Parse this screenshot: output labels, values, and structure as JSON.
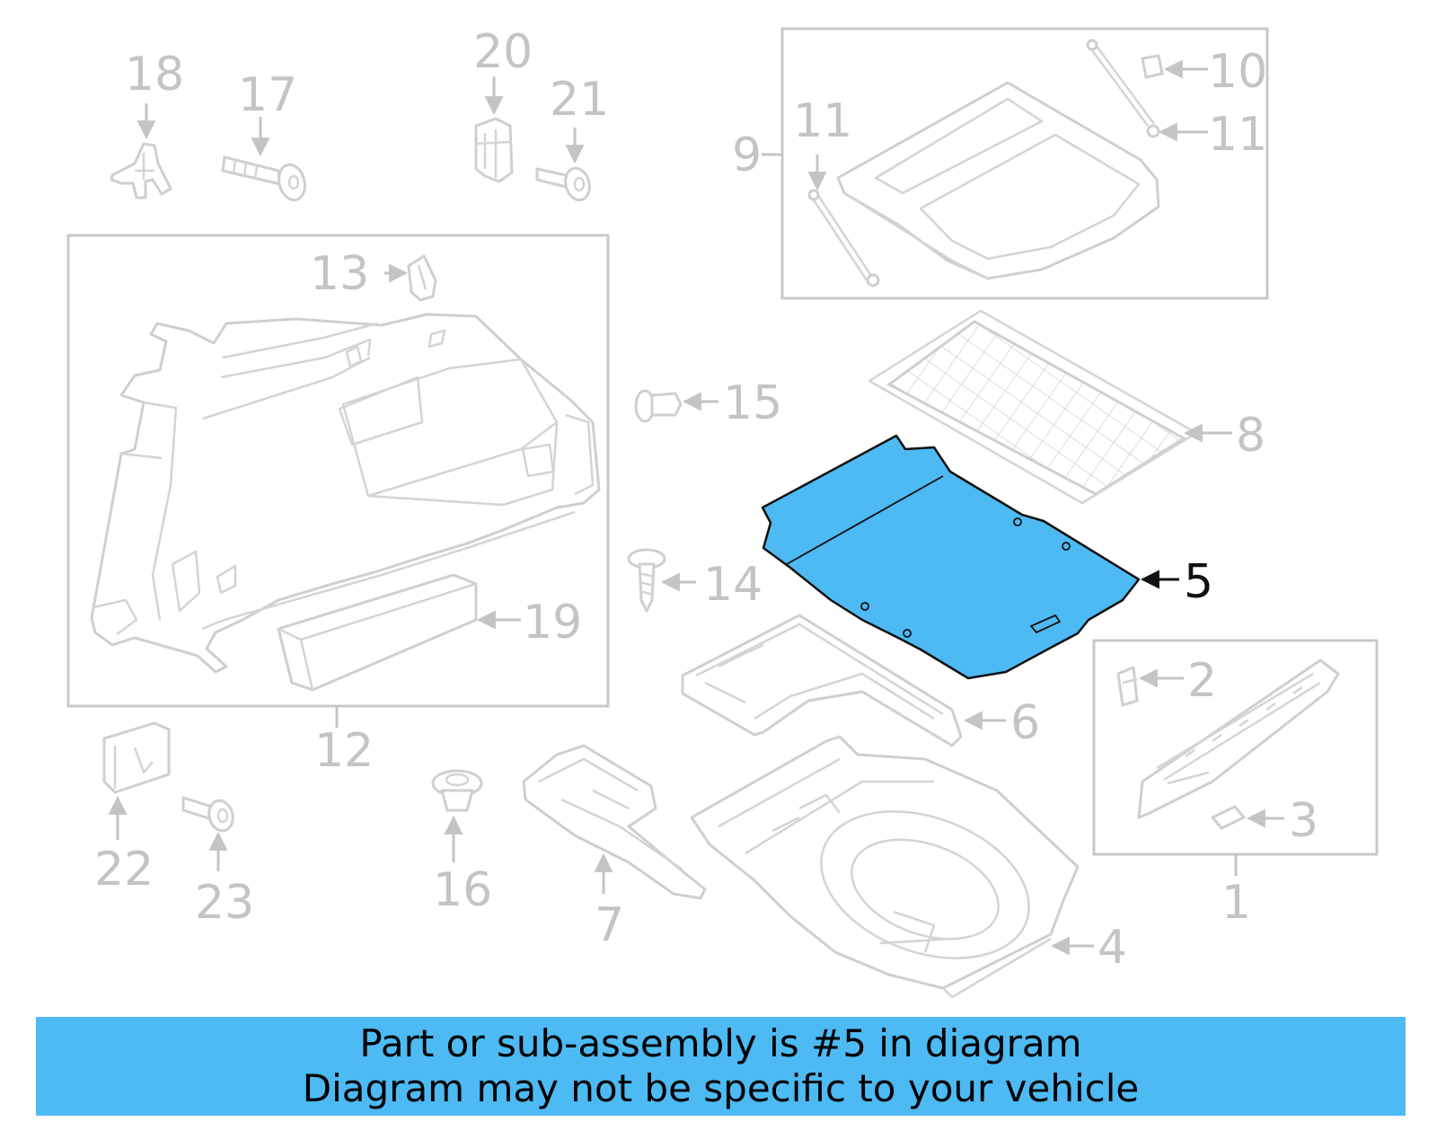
{
  "diagram": {
    "labels": {
      "l1": "1",
      "l2": "2",
      "l3": "3",
      "l4": "4",
      "l5": "5",
      "l6": "6",
      "l7": "7",
      "l8": "8",
      "l9": "9",
      "l10": "10",
      "l11a": "11",
      "l11b": "11",
      "l12": "12",
      "l13": "13",
      "l14": "14",
      "l15": "15",
      "l16": "16",
      "l17": "17",
      "l18": "18",
      "l19": "19",
      "l20": "20",
      "l21": "21",
      "l22": "22",
      "l23": "23"
    },
    "highlighted_part": "5",
    "highlight_color": "#4dbaf4",
    "line_color": "#c8c8c8"
  },
  "banner": {
    "line1": "Part or sub-assembly is #5 in diagram",
    "line2": "Diagram may not be specific to your vehicle",
    "color": "#4dbaf4"
  }
}
